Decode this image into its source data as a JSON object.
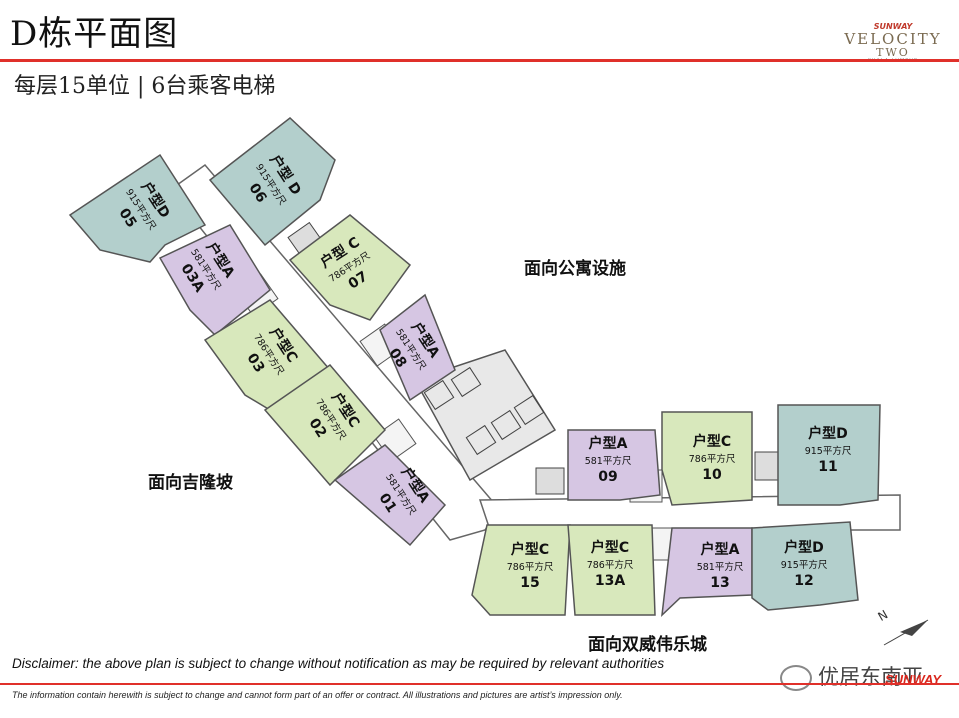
{
  "header": {
    "title": "D栋平面图",
    "subtitle": "每层15单位 | 6台乘客电梯"
  },
  "logo": {
    "line1": "SUNWAY",
    "line2": "VELOCITY",
    "line3": "TWO",
    "line4": "KUALA LUMPUR"
  },
  "colors": {
    "type_a": "#d6c6e3",
    "type_c": "#d8e8bc",
    "type_d": "#b3cfcc",
    "outline": "#555555",
    "accent_red": "#e0302a"
  },
  "units": [
    {
      "id": "05",
      "type": "户型D",
      "area": "915平方尺"
    },
    {
      "id": "06",
      "type": "户型 D",
      "area": "915平方尺"
    },
    {
      "id": "03A",
      "type": "户型A",
      "area": "581平方尺"
    },
    {
      "id": "07",
      "type": "户型 C",
      "area": "786平方尺"
    },
    {
      "id": "03",
      "type": "户型C",
      "area": "786平方尺"
    },
    {
      "id": "08",
      "type": "户型A",
      "area": "581平方尺"
    },
    {
      "id": "02",
      "type": "户型C",
      "area": "786平方尺"
    },
    {
      "id": "01",
      "type": "户型A",
      "area": "581平方尺"
    },
    {
      "id": "09",
      "type": "户型A",
      "area": "581平方尺"
    },
    {
      "id": "10",
      "type": "户型C",
      "area": "786平方尺"
    },
    {
      "id": "11",
      "type": "户型D",
      "area": "915平方尺"
    },
    {
      "id": "15",
      "type": "户型C",
      "area": "786平方尺"
    },
    {
      "id": "13A",
      "type": "户型C",
      "area": "786平方尺"
    },
    {
      "id": "13",
      "type": "户型A",
      "area": "581平方尺"
    },
    {
      "id": "12",
      "type": "户型D",
      "area": "915平方尺"
    }
  ],
  "orientation_labels": {
    "facilities": "面向公寓设施",
    "kl": "面向吉隆坡",
    "twin": "面向双威伟乐城"
  },
  "compass": {
    "label": "N"
  },
  "disclaimer": "Disclaimer: the above plan is subject to change without notification as may be required by relevant authorities",
  "footnote": "The information contain herewith is subject to change and cannot form part of an offer or contract. All illustrations and pictures are artist’s impression only.",
  "watermark": "优居东南亚",
  "brand": "SUNWAY"
}
